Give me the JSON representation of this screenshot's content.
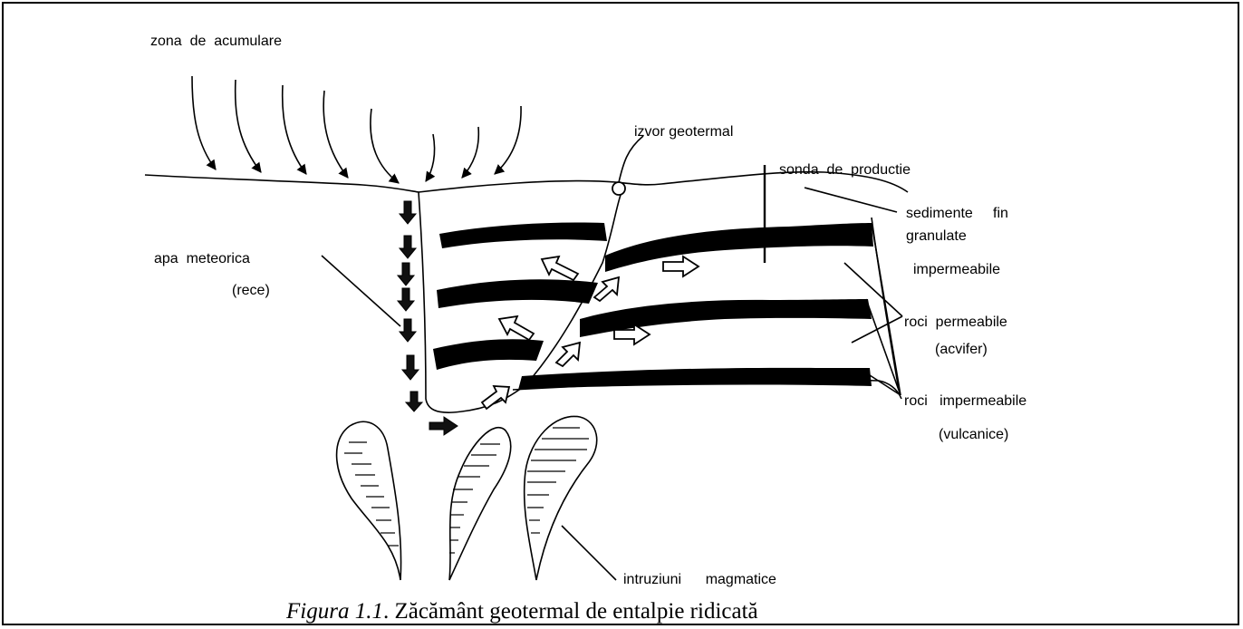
{
  "labels": {
    "zona": "zona  de  acumulare",
    "izvor": "izvor geotermal",
    "sonda": "sonda  de  productie",
    "sedimente_1": "sedimente     fin",
    "sedimente_2": "granulate",
    "sedimente_3": "impermeabile",
    "apa_1": "apa  meteorica",
    "apa_2": "(rece)",
    "permeabile_1": "roci  permeabile",
    "permeabile_2": "(acvifer)",
    "impermeabile_1": "roci   impermeabile",
    "impermeabile_2": "(vulcanice)",
    "intruziuni": "intruziuni      magmatice"
  },
  "caption": {
    "label": "Figura 1.1",
    "text": ". Zăcământ geotermal de entalpie ridicată"
  },
  "colors": {
    "ink": "#000000",
    "paper": "#ffffff"
  }
}
